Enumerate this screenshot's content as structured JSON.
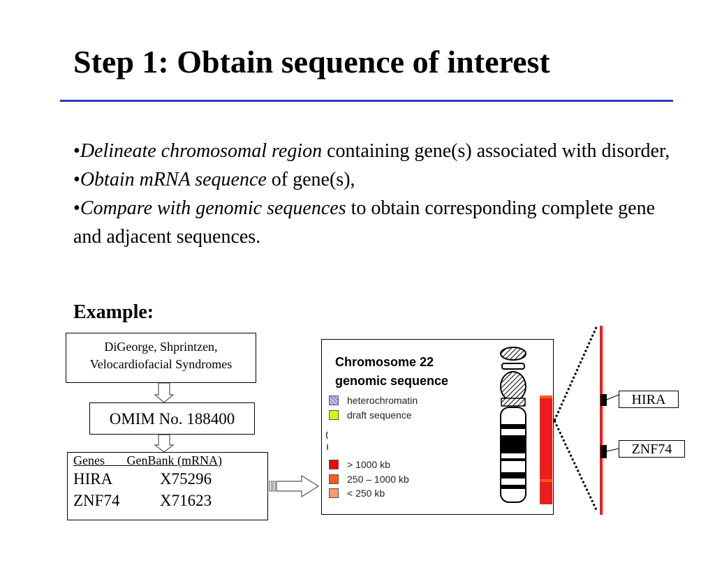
{
  "title": "Step 1:  Obtain sequence of interest",
  "bullets": [
    {
      "bullet": "•",
      "italic": "Delineate chromosomal region",
      "rest": " containing gene(s) associated with disorder,"
    },
    {
      "bullet": "•",
      "italic": "Obtain mRNA sequence",
      "rest": " of gene(s),"
    },
    {
      "bullet": "•",
      "italic": "Compare with genomic sequences",
      "rest": " to obtain corresponding complete gene and adjacent sequences."
    }
  ],
  "example_label": "Example:",
  "flow": {
    "syndromes": [
      "DiGeorge, Shprintzen,",
      "Velocardiofacial Syndromes"
    ],
    "omim": "OMIM No. 188400",
    "genes_header": "Genes       GenBank (mRNA)",
    "genes": [
      {
        "gene": "HIRA",
        "accession": "X75296"
      },
      {
        "gene": "ZNF74",
        "accession": "X71623"
      }
    ]
  },
  "chromosome_panel": {
    "title": [
      "Chromosome 22",
      "genomic sequence"
    ],
    "legend": [
      {
        "label": "heterochromatin",
        "color": "#8a8fd6"
      },
      {
        "label": "draft sequence",
        "color": "#ccff00"
      },
      {
        "label": "> 1000 kb",
        "color": "#ff0000"
      },
      {
        "label": "250 – 1000 kb",
        "color": "#ff5a1a"
      },
      {
        "label": "< 250 kb",
        "color": "#ff9966"
      }
    ]
  },
  "gene_labels": [
    "HIRA",
    "ZNF74"
  ],
  "colors": {
    "rule": "#2b3bb5",
    "red": "#ee1c1c"
  }
}
